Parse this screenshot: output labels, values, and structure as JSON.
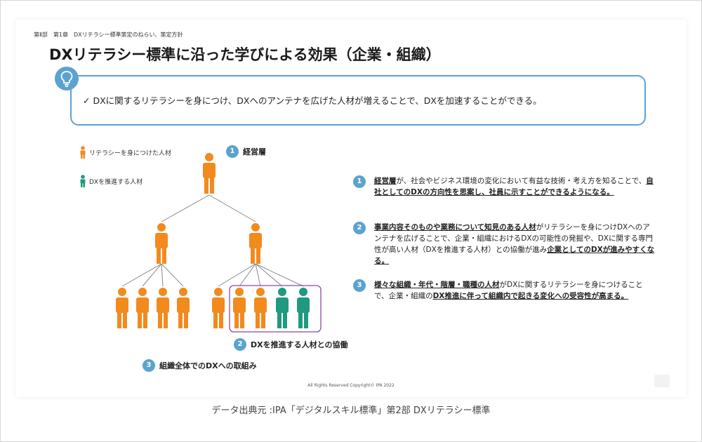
{
  "header": {
    "chapter": "第Ⅱ部　第1章　DXリテラシー標準策定のねらい、策定方針",
    "title": "DXリテラシー標準に沿った学びによる効果（企業・組織）"
  },
  "callout": {
    "icon": "lightbulb-icon",
    "text": "✓  DXに関するリテラシーを身につけ、DXへのアンテナを広げた人材が増えることで、DXを加速することができる。"
  },
  "legend": [
    {
      "label": "リテラシーを身につけた人材",
      "color": "#f28a1e"
    },
    {
      "label": "DXを推進する人材",
      "color": "#1f9a80"
    }
  ],
  "diagram": {
    "labels": [
      {
        "num": "1",
        "text": "経営層"
      },
      {
        "num": "2",
        "text": "DXを推進する人材との協働"
      },
      {
        "num": "3",
        "text": "組織全体でのDXへの取組み"
      }
    ],
    "colors": {
      "orange": "#f28a1e",
      "teal": "#1f9a80",
      "line": "#888888",
      "box": "#8a4aa0",
      "badge": "#5ba3cf"
    }
  },
  "explanations": [
    {
      "num": "1",
      "parts": [
        {
          "t": "経営層",
          "b": true
        },
        {
          "t": "が、社会やビジネス環境の変化において有益な技術・考え方を知ることで、",
          "b": false
        },
        {
          "t": "自社としてのDXの方向性を思案し、社員に示すことができるようになる。",
          "b": true
        }
      ]
    },
    {
      "num": "2",
      "parts": [
        {
          "t": "事業内容そのものや業務について知見のある人材",
          "b": true
        },
        {
          "t": "がリテラシーを身につけDXへのアンテナを広げることで、企業・組織におけるDXの可能性の発掘や、DXに関する専門性が高い人材（DXを推進する人材）との協働が進み",
          "b": false
        },
        {
          "t": "企業としてのDXが進みやすくなる。",
          "b": true
        }
      ]
    },
    {
      "num": "3",
      "parts": [
        {
          "t": "様々な組織・年代・階層・職種の人材",
          "b": true
        },
        {
          "t": "がDXに関するリテラシーを身につけることで、企業・組織の",
          "b": false
        },
        {
          "t": "DX推進に伴って組織内で起きる変化への受容性が高まる。",
          "b": true
        }
      ]
    }
  ],
  "footer": {
    "copyright": "All Rights Reserved Copyright© IPA 2022",
    "source": "データ出典元 :IPA「デジタルスキル標準」第2部 DXリテラシー標準"
  }
}
